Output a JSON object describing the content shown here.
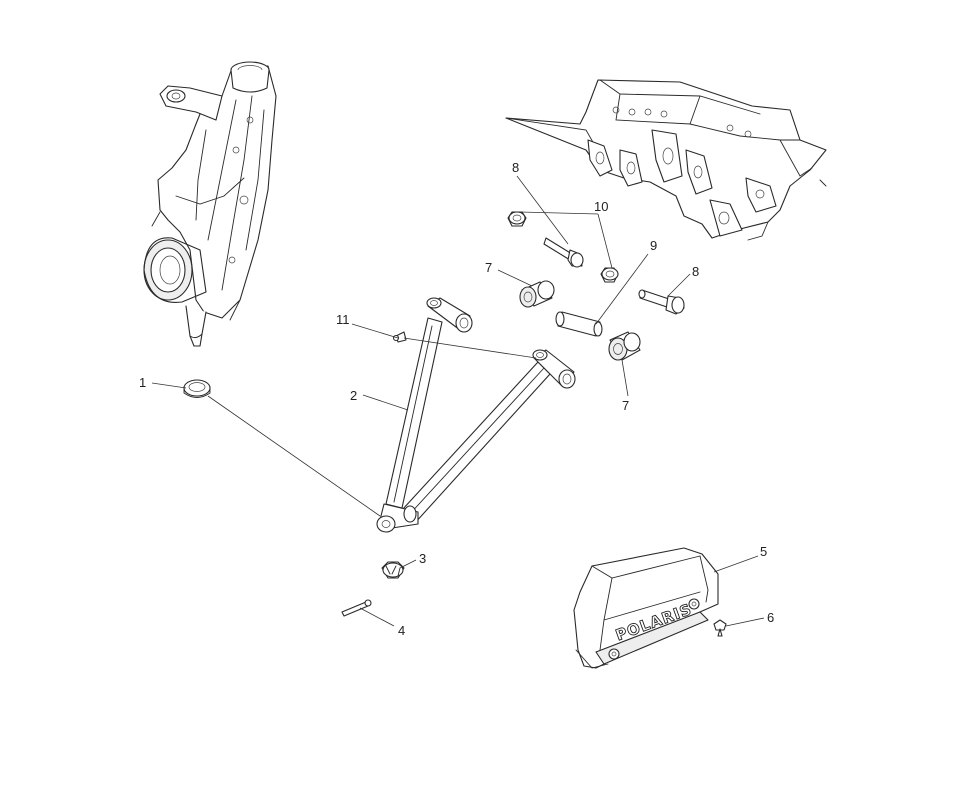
{
  "diagram": {
    "callouts": [
      {
        "id": "c1",
        "label": "1"
      },
      {
        "id": "c2",
        "label": "2"
      },
      {
        "id": "c3",
        "label": "3"
      },
      {
        "id": "c4",
        "label": "4"
      },
      {
        "id": "c5",
        "label": "5"
      },
      {
        "id": "c6",
        "label": "6"
      },
      {
        "id": "c7a",
        "label": "7"
      },
      {
        "id": "c7b",
        "label": "7"
      },
      {
        "id": "c8a",
        "label": "8"
      },
      {
        "id": "c8b",
        "label": "8"
      },
      {
        "id": "c9",
        "label": "9"
      },
      {
        "id": "c10",
        "label": "10"
      },
      {
        "id": "c11",
        "label": "11"
      }
    ],
    "logo": "POLARIS",
    "colors": {
      "line": "#2a2a2a",
      "background": "#ffffff"
    }
  }
}
